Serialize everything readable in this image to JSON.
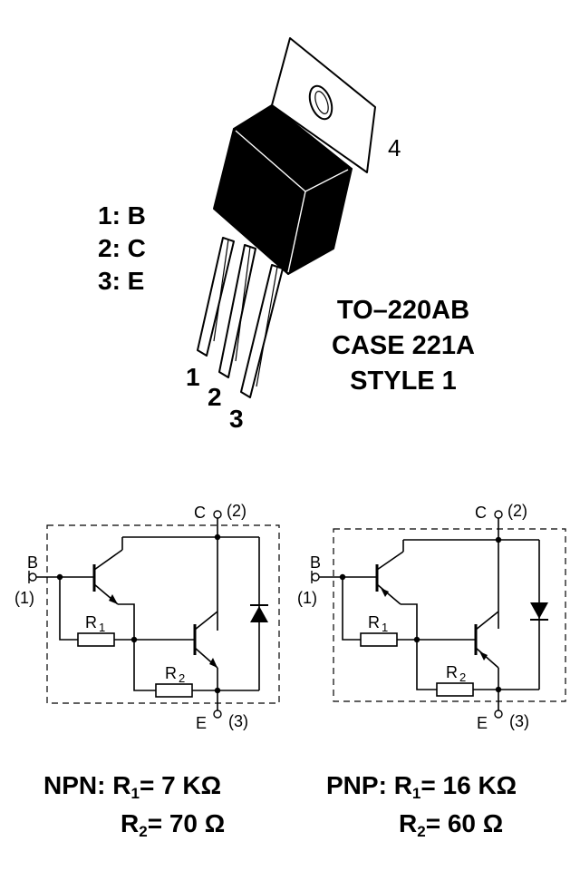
{
  "package": {
    "pin_labels": [
      "1: B",
      "2: C",
      "3: E"
    ],
    "lead_numbers": [
      "1",
      "2",
      "3"
    ],
    "tab_number": "4",
    "description": [
      "TO–220AB",
      "CASE 221A",
      "STYLE 1"
    ]
  },
  "schematic_npn": {
    "terminal_c": "C",
    "terminal_c_num": "(2)",
    "terminal_b": "B",
    "terminal_b_num": "(1)",
    "terminal_e": "E",
    "terminal_e_num": "(3)",
    "r1": "R",
    "r1_sub": "1",
    "r2": "R",
    "r2_sub": "2"
  },
  "schematic_pnp": {
    "terminal_c": "C",
    "terminal_c_num": "(2)",
    "terminal_b": "B",
    "terminal_b_num": "(1)",
    "terminal_e": "E",
    "terminal_e_num": "(3)",
    "r1": "R",
    "r1_sub": "1",
    "r2": "R",
    "r2_sub": "2"
  },
  "values": {
    "npn_prefix": "NPN: ",
    "npn_r1_sym": "R",
    "npn_r1_sub": "1",
    "npn_r1_val": "= 7 KΩ",
    "npn_r2_sym": "R",
    "npn_r2_sub": "2",
    "npn_r2_val": "= 70 Ω",
    "pnp_prefix": "PNP: ",
    "pnp_r1_sym": "R",
    "pnp_r1_sub": "1",
    "pnp_r1_val": "= 16 KΩ",
    "pnp_r2_sym": "R",
    "pnp_r2_sub": "2",
    "pnp_r2_val": "= 60 Ω"
  }
}
